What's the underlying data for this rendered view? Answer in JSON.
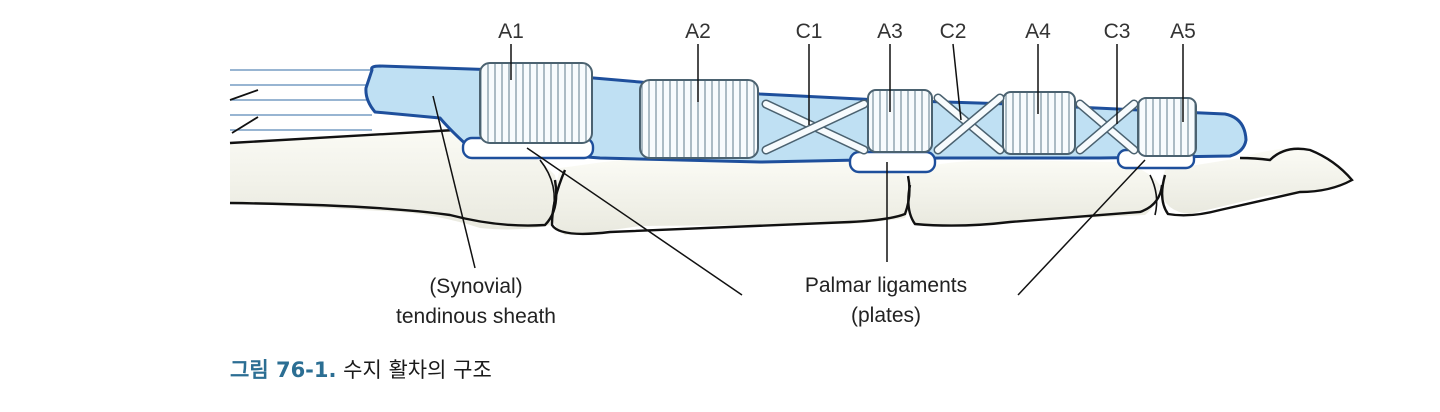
{
  "labels": {
    "a1": "A1",
    "a2": "A2",
    "c1": "C1",
    "a3": "A3",
    "c2": "C2",
    "a4": "A4",
    "c3": "C3",
    "a5": "A5",
    "synovial_line1": "(Synovial)",
    "synovial_line2": "tendinous sheath",
    "palmar_line1": "Palmar ligaments",
    "palmar_line2": "(plates)"
  },
  "caption": {
    "number": "그림 76-1.",
    "text": "수지 활차의 구조"
  },
  "colors": {
    "sheath_fill": "#bfe0f3",
    "sheath_stroke": "#1e4f9c",
    "pulley_stroke": "#5a6f7a",
    "bone_fill": "#f6f6ef",
    "outline": "#111111",
    "caption_number": "#2b6e93"
  }
}
